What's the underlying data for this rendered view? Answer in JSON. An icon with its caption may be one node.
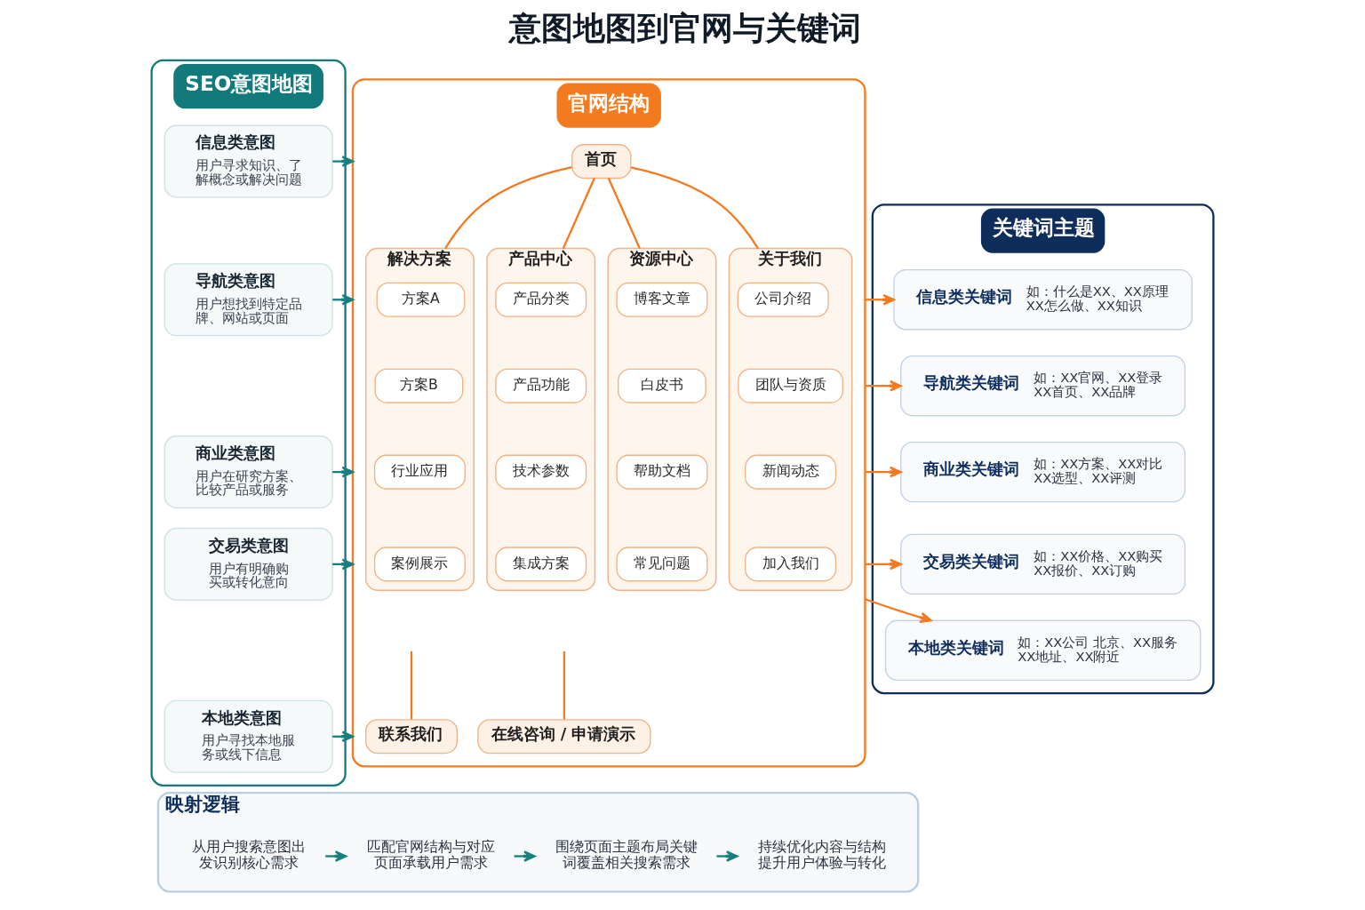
{
  "diagram": {
    "title": "意图地图到官网与关键词",
    "nodes": [
      {
        "text": [
          "SEO意图地图"
        ]
      },
      {
        "text": [
          "信息类意图",
          "用户寻求知识、了解概念或解决问题"
        ],
        "in": 0
      },
      {
        "text": [
          "导航类意图",
          "用户想找到特定品牌、网站或页面"
        ],
        "in": 0
      },
      {
        "text": [
          "商业类意图",
          "用户在研究方案、比较产品或服务"
        ],
        "in": 0
      },
      {
        "text": [
          "交易类意图",
          "用户有明确购买或转化意向"
        ],
        "in": 0
      },
      {
        "text": [
          "本地类意图",
          "用户寻找本地服务或线下信息"
        ],
        "in": 0
      },
      {
        "text": [
          "官网结构"
        ]
      },
      {
        "text": [
          "首页"
        ],
        "in": 6
      },
      {
        "text": [
          "解决方案"
        ],
        "in": 6
      },
      {
        "text": [
          "方案A"
        ],
        "in": 8
      },
      {
        "text": [
          "方案B"
        ],
        "in": 8
      },
      {
        "text": [
          "行业应用"
        ],
        "in": 8
      },
      {
        "text": [
          "案例展示"
        ],
        "in": 8
      },
      {
        "text": [
          "产品中心"
        ],
        "in": 6
      },
      {
        "text": [
          "产品分类"
        ],
        "in": 13
      },
      {
        "text": [
          "产品功能"
        ],
        "in": 13
      },
      {
        "text": [
          "技术参数"
        ],
        "in": 13
      },
      {
        "text": [
          "集成方案"
        ],
        "in": 13
      },
      {
        "text": [
          "资源中心"
        ],
        "in": 6
      },
      {
        "text": [
          "博客文章"
        ],
        "in": 18
      },
      {
        "text": [
          "白皮书"
        ],
        "in": 18
      },
      {
        "text": [
          "帮助文档"
        ],
        "in": 18
      },
      {
        "text": [
          "常见问题"
        ],
        "in": 18
      },
      {
        "text": [
          "关于我们"
        ],
        "in": 6
      },
      {
        "text": [
          "公司介绍"
        ],
        "in": 23
      },
      {
        "text": [
          "团队与资质"
        ],
        "in": 23
      },
      {
        "text": [
          "新闻动态"
        ],
        "in": 23
      },
      {
        "text": [
          "加入我们"
        ],
        "in": 23
      },
      {
        "text": [
          "联系我们"
        ],
        "in": 6
      },
      {
        "text": [
          "在线咨询 / 申请演示"
        ],
        "in": 6
      },
      {
        "text": [
          "关键词主题"
        ]
      },
      {
        "text": [
          "信息类关键词",
          "如：什么是XX、XX原理 XX怎么做、XX知识"
        ],
        "in": 30
      },
      {
        "text": [
          "导航类关键词",
          "如：XX官网、XX登录 XX首页、XX品牌"
        ],
        "in": 30
      },
      {
        "text": [
          "商业类关键词",
          "如：XX方案、XX对比 XX选型、XX评测"
        ],
        "in": 30
      },
      {
        "text": [
          "交易类关键词",
          "如：XX价格、XX购买 XX报价、XX订购"
        ],
        "in": 30
      },
      {
        "text": [
          "本地类关键词",
          "如：XX公司 北京、XX服务 XX地址、XX附近"
        ],
        "in": 30
      },
      {
        "text": [
          "映射逻辑"
        ]
      },
      {
        "text": [
          "从用户搜索意图出发识别核心需求"
        ],
        "in": 36
      },
      {
        "text": [
          "匹配官网结构与对应页面承载用户需求"
        ],
        "in": 36
      },
      {
        "text": [
          "围绕页面主题布局关键词覆盖相关搜索需求"
        ],
        "in": 36
      },
      {
        "text": [
          "持续优化内容与结构提升用户体验与转化"
        ],
        "in": 36
      }
    ],
    "edges": [
      {
        "from": 1,
        "to": 6,
        "arrow": "to",
        "color": "#17807f"
      },
      {
        "from": 2,
        "to": 6,
        "arrow": "to",
        "color": "#17807f"
      },
      {
        "from": 3,
        "to": 6,
        "arrow": "to",
        "color": "#17807f"
      },
      {
        "from": 4,
        "to": 6,
        "arrow": "to",
        "color": "#17807f"
      },
      {
        "from": 5,
        "to": 6,
        "arrow": "to",
        "color": "#17807f"
      },
      {
        "from": 6,
        "to": 31,
        "arrow": "to"
      },
      {
        "from": 6,
        "to": 32,
        "arrow": "to"
      },
      {
        "from": 6,
        "to": 33,
        "arrow": "to"
      },
      {
        "from": 6,
        "to": 34,
        "arrow": "to"
      },
      {
        "from": 6,
        "to": 35,
        "arrow": "to"
      },
      {
        "from": 7,
        "to": 8,
        "arrow": "none"
      },
      {
        "from": 7,
        "to": 13,
        "arrow": "none"
      },
      {
        "from": 7,
        "to": 18,
        "arrow": "none"
      },
      {
        "from": 7,
        "to": 23,
        "arrow": "none"
      },
      {
        "from": null,
        "to": 28,
        "arrow": "none"
      },
      {
        "from": null,
        "to": 29,
        "arrow": "none"
      },
      {
        "from": 37,
        "to": 38,
        "arrow": "to",
        "color": "#17807f"
      },
      {
        "from": 38,
        "to": 39,
        "arrow": "to",
        "color": "#17807f"
      },
      {
        "from": 39,
        "to": 40,
        "arrow": "to",
        "color": "#17807f"
      }
    ]
  }
}
